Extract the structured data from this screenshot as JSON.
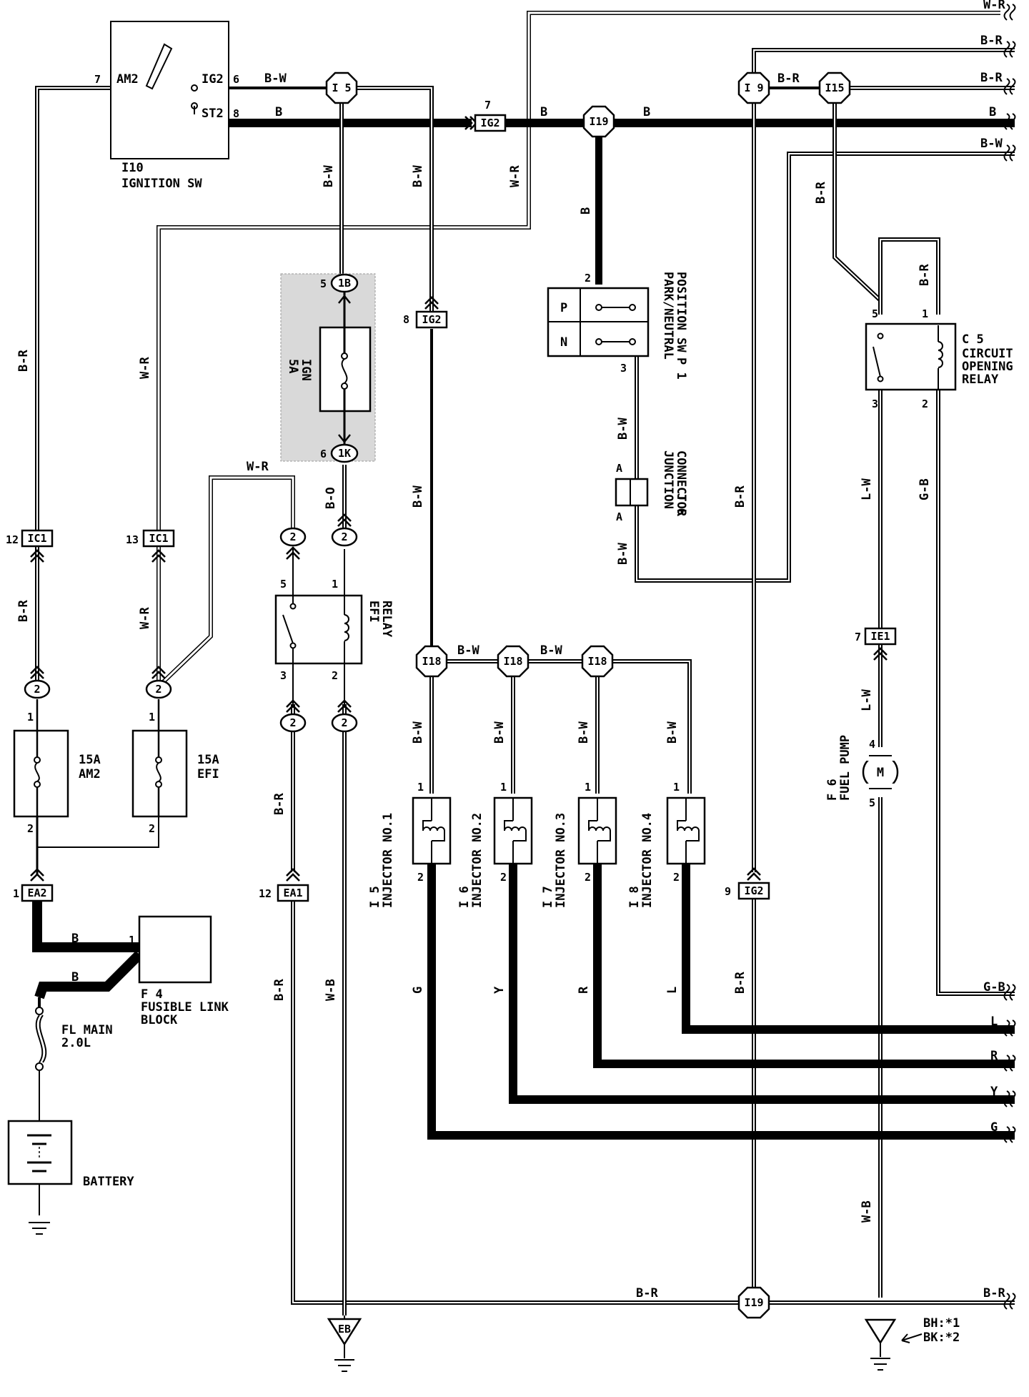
{
  "wire_colors": {
    "b_r": "B-R",
    "w_r": "W-R",
    "b_w": "B-W",
    "b": "B",
    "b_o": "B-O",
    "w_b": "W-B",
    "g_b": "G-B",
    "l_w": "L-W",
    "l": "L",
    "r": "R",
    "y": "Y",
    "g": "G"
  },
  "connectors": {
    "i5": "I 5",
    "i9": "I 9",
    "i15": "I15",
    "i19_top": "I19",
    "i19_bottom": "I19",
    "i18_a": "I18",
    "i18_b": "I18",
    "i18_c": "I18",
    "ig2_top": "IG2",
    "ig2_mid": "IG2",
    "ig2_right": "IG2",
    "ic1_left": "IC1",
    "ic1_right": "IC1",
    "ea2": "EA2",
    "ea1": "EA1",
    "ie1": "IE1",
    "1b": "1B",
    "1k": "1K",
    "eb": "EB",
    "two": "2"
  },
  "pins": {
    "p7": "7",
    "p6": "6",
    "p8": "8",
    "p5": "5",
    "p1": "1",
    "p2": "2",
    "p3": "3",
    "p4": "4",
    "p9": "9",
    "p12": "12",
    "p13": "13",
    "pA": "A"
  },
  "components": {
    "ignition_sw": {
      "ref": "I10",
      "name": "IGNITION SW",
      "am2": "AM2",
      "ig2": "IG2",
      "st2": "ST2"
    },
    "fuse_ign": {
      "rating": "5A",
      "name": "IGN"
    },
    "fuse_am2": {
      "rating": "15A",
      "name": "AM2"
    },
    "fuse_efi": {
      "rating": "15A",
      "name": "EFI"
    },
    "efi_relay": {
      "name": "EFI",
      "name2": "RELAY"
    },
    "park_neutral": {
      "ref": "P 1",
      "name1": "PARK/NEUTRAL",
      "name2": "POSITION SW",
      "p": "P",
      "n": "N"
    },
    "junction": {
      "ref": "J 6",
      "name1": "JUNCTION",
      "name2": "CONNECTOR"
    },
    "circuit_relay": {
      "ref": "C 5",
      "name1": "CIRCUIT",
      "name2": "OPENING",
      "name3": "RELAY"
    },
    "injectors": [
      {
        "ref": "I 5",
        "name": "INJECTOR NO.1"
      },
      {
        "ref": "I 6",
        "name": "INJECTOR NO.2"
      },
      {
        "ref": "I 7",
        "name": "INJECTOR NO.3"
      },
      {
        "ref": "I 8",
        "name": "INJECTOR NO.4"
      }
    ],
    "fuel_pump": {
      "ref": "F 6",
      "name": "FUEL PUMP",
      "symbol": "M"
    },
    "fusible_link": {
      "ref": "F 4",
      "name1": "FUSIBLE LINK",
      "name2": "BLOCK"
    },
    "fl_main": {
      "name1": "FL MAIN",
      "name2": "2.0L"
    },
    "battery": {
      "name": "BATTERY"
    }
  },
  "notes": {
    "bh": "BH:*1",
    "bk": "BK:*2"
  }
}
